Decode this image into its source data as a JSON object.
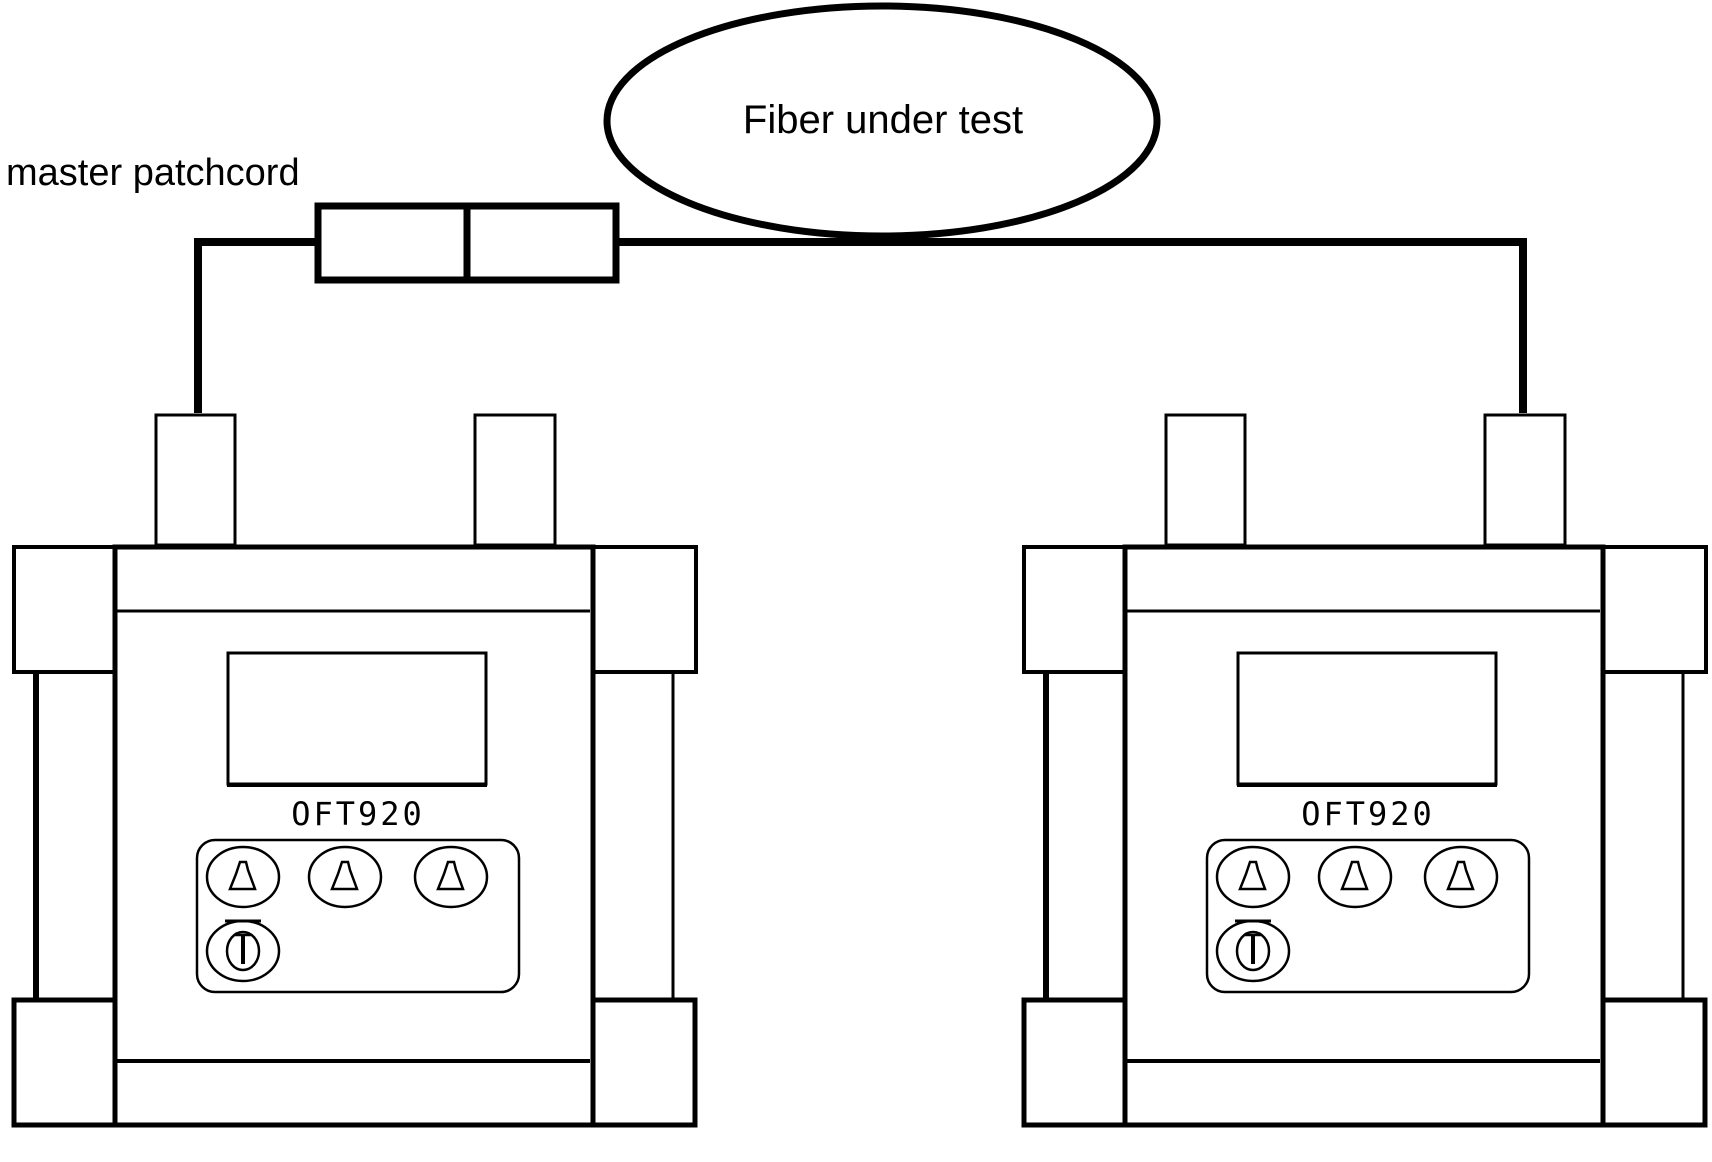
{
  "diagram": {
    "labels": {
      "patchcord": "master patchcord",
      "fiber": "Fiber under test"
    },
    "devices": [
      {
        "id": "left",
        "model": "OFT920",
        "keys": [
          "up-triangle-key",
          "up-triangle-key",
          "up-triangle-key"
        ],
        "power_key": "power-key",
        "connected_port": "left"
      },
      {
        "id": "right",
        "model": "OFT920",
        "keys": [
          "up-triangle-key",
          "up-triangle-key",
          "up-triangle-key"
        ],
        "power_key": "power-key",
        "connected_port": "right"
      }
    ],
    "colors": {
      "line": "#000000",
      "background": "#ffffff"
    }
  }
}
